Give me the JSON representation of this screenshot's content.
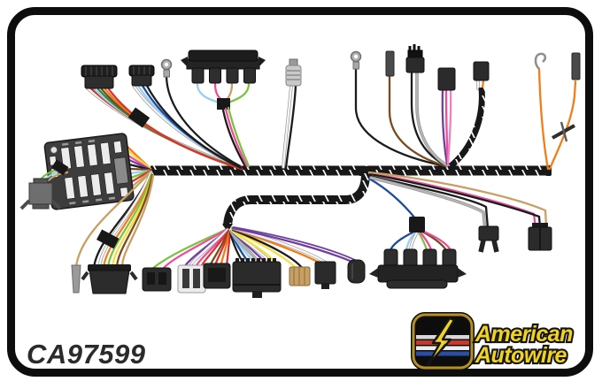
{
  "meta": {
    "type": "product-illustration",
    "subject": "Automotive wiring harness kit with fuse panel, loom-wrapped trunk and multiple connectors"
  },
  "part_number": "CA97599",
  "brand": {
    "line1": "American",
    "line2": "Autowire"
  },
  "colors": {
    "black": "#1c1c1c",
    "red": "#d7342b",
    "orange": "#ef7f1a",
    "yellow": "#f3df3d",
    "green": "#2e8b3d",
    "lime": "#7dc242",
    "lightblue": "#9ad0ee",
    "navy": "#1e4b9e",
    "purple": "#6f3f9e",
    "magenta": "#ea4f9b",
    "pink": "#f07fc0",
    "brown": "#7a4a21",
    "tan": "#c9a063",
    "gray": "#b5b5b5",
    "white": "#f6f6f6",
    "connector": "#2b2b2b",
    "fusebox": "#3d3d3d",
    "loom": "#181818",
    "frame": "#0d0d0d",
    "brand_yellow": "#f0d321",
    "badge_gold": "#b68f23",
    "stripe_silver": "#d8d8d8",
    "stripe_red": "#c23b2e",
    "stripe_white": "#ececec",
    "stripe_blue": "#2b4ea0"
  },
  "illustration": {
    "trunk": "black split-loom wrapped main harness with white wrap slashes",
    "components": [
      {
        "id": "fuse-panel",
        "wires": [
          "orange",
          "yellow",
          "magenta",
          "purple",
          "black",
          "brown",
          "lightblue",
          "lime",
          "red",
          "tan"
        ]
      },
      {
        "id": "flasher-connector",
        "wires": [
          "lime",
          "lightblue",
          "tan"
        ]
      },
      {
        "id": "connector-top-left-a",
        "wires": [
          "white",
          "red",
          "lightblue",
          "green",
          "brown",
          "orange",
          "red"
        ]
      },
      {
        "id": "connector-top-left-b",
        "wires": [
          "white",
          "lightblue",
          "navy",
          "black"
        ]
      },
      {
        "id": "ring-terminal-left",
        "wires": [
          "black"
        ]
      },
      {
        "id": "bulkhead-connector-top",
        "wires": [
          "lightblue",
          "magenta",
          "tan",
          "lime",
          "black"
        ]
      },
      {
        "id": "socket-connector",
        "wires": [
          "white",
          "black"
        ]
      },
      {
        "id": "ring-terminal-right",
        "wires": [
          "black"
        ]
      },
      {
        "id": "terminal-brown",
        "wires": [
          "brown"
        ]
      },
      {
        "id": "connector-black-gray",
        "wires": [
          "black",
          "gray"
        ]
      },
      {
        "id": "connector-purple-pink",
        "wires": [
          "purple",
          "magenta",
          "pink"
        ]
      },
      {
        "id": "loom-connector",
        "wires": [
          "white",
          "orange"
        ]
      },
      {
        "id": "hook-terminal-orange",
        "wires": [
          "orange"
        ]
      },
      {
        "id": "terminal-orange",
        "wires": [
          "orange"
        ]
      },
      {
        "id": "blade-terminal-tan",
        "wires": [
          "tan"
        ]
      },
      {
        "id": "connector-bottom-left",
        "wires": [
          "black",
          "white",
          "orange",
          "lime",
          "yellow",
          "brown",
          "tan"
        ]
      },
      {
        "id": "connector-2pin-small",
        "wires": [
          "lime",
          "magenta"
        ]
      },
      {
        "id": "connector-white",
        "wires": [
          "purple",
          "white",
          "magenta",
          "red"
        ]
      },
      {
        "id": "connector-3pin",
        "wires": [
          "brown",
          "red",
          "orange",
          "red"
        ]
      },
      {
        "id": "connector-large-multipin",
        "wires": [
          "red",
          "black",
          "navy",
          "lightblue",
          "gray",
          "purple",
          "white",
          "yellow"
        ]
      },
      {
        "id": "connector-tan",
        "wires": [
          "yellow",
          "black"
        ]
      },
      {
        "id": "connector-2pin-black",
        "wires": [
          "orange",
          "white"
        ]
      },
      {
        "id": "connector-round",
        "wires": [
          "purple",
          "purple"
        ]
      },
      {
        "id": "bulkhead-connector-bottom",
        "wires": [
          "navy",
          "lightblue",
          "white",
          "lime",
          "magenta",
          "brown",
          "magenta"
        ]
      },
      {
        "id": "two-prong-connector",
        "wires": [
          "black",
          "gray"
        ]
      },
      {
        "id": "connector-far-right",
        "wires": [
          "magenta",
          "black",
          "tan"
        ]
      }
    ]
  }
}
